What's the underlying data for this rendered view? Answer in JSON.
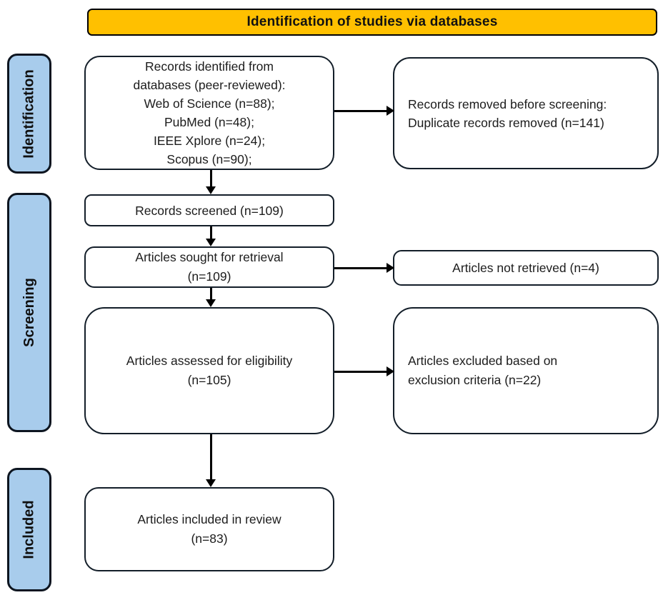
{
  "title": "Identification of studies via databases",
  "stages": [
    {
      "label": "Identification"
    },
    {
      "label": "Screening"
    },
    {
      "label": "Included"
    }
  ],
  "boxes": {
    "records_identified": {
      "lines": [
        "Records identified from",
        "databases (peer-reviewed):",
        "Web of Science (n=88);",
        "PubMed (n=48);",
        "IEEE Xplore (n=24);",
        "Scopus (n=90);"
      ]
    },
    "records_removed": {
      "lines": [
        "Records removed before screening:",
        "Duplicate records removed (n=141)"
      ]
    },
    "records_screened": {
      "lines": [
        "Records screened (n=109)"
      ]
    },
    "articles_sought": {
      "lines": [
        "Articles sought for retrieval",
        "(n=109)"
      ]
    },
    "articles_not_retrieved": {
      "lines": [
        "Articles not retrieved (n=4)"
      ]
    },
    "articles_assessed": {
      "lines": [
        "Articles assessed for eligibility",
        "(n=105)"
      ]
    },
    "articles_excluded": {
      "lines": [
        "Articles excluded based on",
        "exclusion criteria (n=22)"
      ]
    },
    "articles_included": {
      "lines": [
        "Articles included in review",
        "(n=83)"
      ]
    }
  },
  "colors": {
    "title_bg": "#FFC000",
    "stage_bg": "#A8CCEC",
    "box_border": "#131E29",
    "arrow": "#000000",
    "text": "#1C1C1C"
  }
}
